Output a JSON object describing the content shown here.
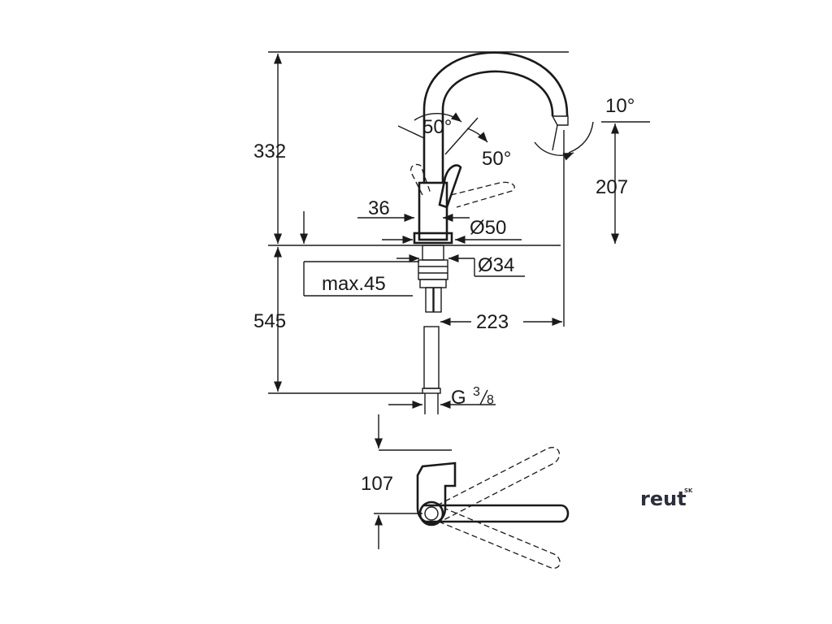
{
  "dimensions": {
    "total_height": "332",
    "spout_height": "207",
    "spout_angle": "10°",
    "lever_angle_up": "50°",
    "lever_angle_side": "50°",
    "lever_width": "36",
    "body_diameter": "Ø50",
    "shank_diameter": "Ø34",
    "max_deck_thickness": "max.45",
    "hose_length": "545",
    "spout_reach": "223",
    "connection": "G",
    "connection_num": "3",
    "connection_den": "8",
    "lever_clearance": "107"
  },
  "watermark": {
    "logo_text": "reut",
    "logo_suffix": "SK"
  }
}
